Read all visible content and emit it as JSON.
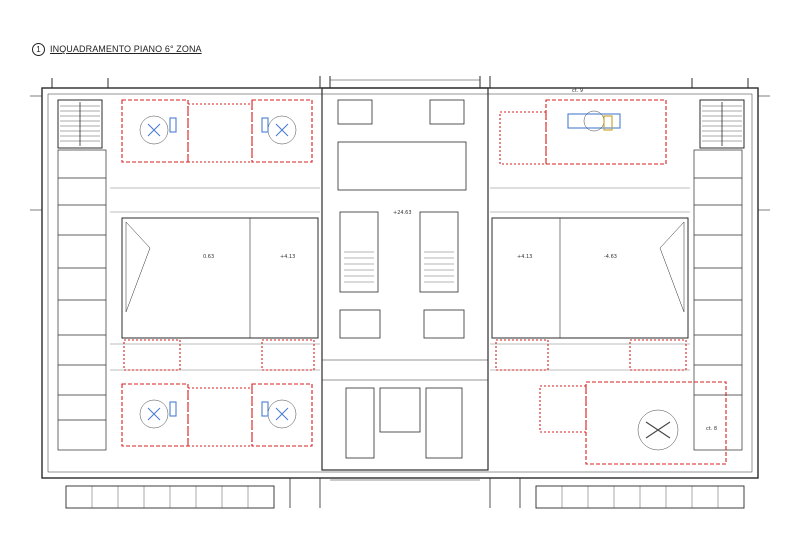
{
  "drawing": {
    "number": "1",
    "title": "INQUADRAMENTO PIANO 6° ZONA"
  },
  "levels": {
    "core_center": "+24.63",
    "court_top_left_a": "0.63",
    "court_top_left_b": "+4.13",
    "court_top_right_a": "+4.13",
    "court_top_right_b": "-4.63"
  },
  "room_labels": {
    "or_top_right": "ct. 9",
    "or_bottom_right": "ct. 8"
  },
  "colors": {
    "wall": "#2b2b2b",
    "red_outline": "#d81f1f",
    "equipment_blue": "#4a7fd0",
    "thin_line": "#7a7a7a"
  }
}
